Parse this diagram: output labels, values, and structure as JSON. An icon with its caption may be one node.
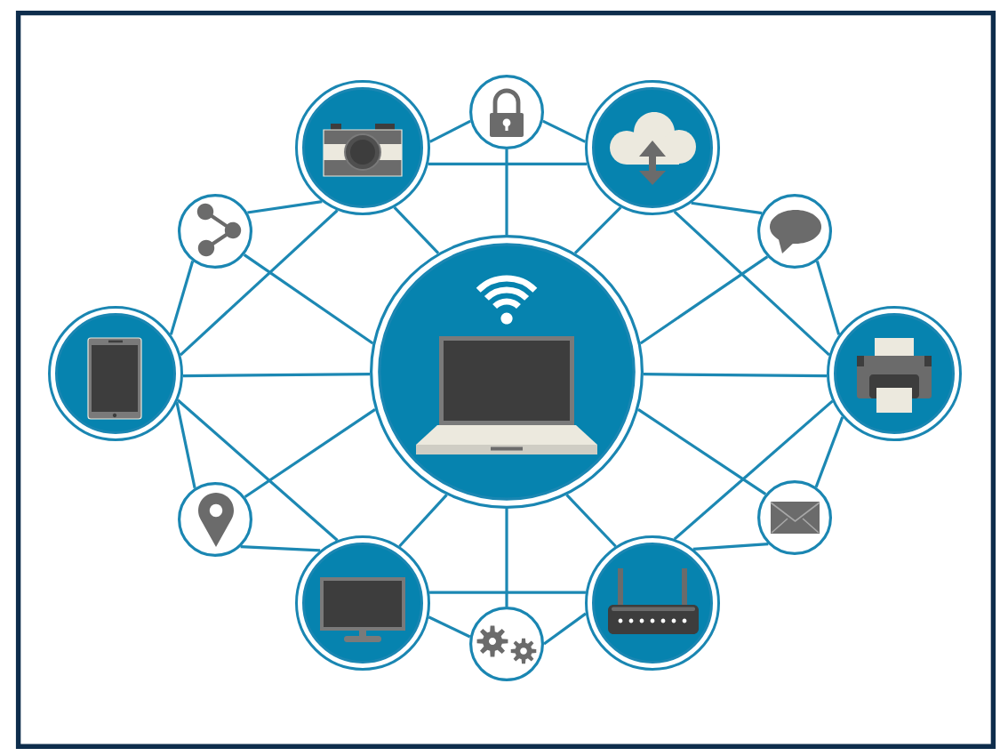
{
  "diagram": {
    "nodes": [
      {
        "text": [],
        "shape": "circle"
      },
      {
        "text": [],
        "shape": "circle"
      },
      {
        "text": [],
        "shape": "circle"
      },
      {
        "text": [],
        "shape": "circle"
      },
      {
        "text": [],
        "shape": "circle"
      },
      {
        "text": [],
        "shape": "circle"
      },
      {
        "text": [],
        "shape": "circle"
      },
      {
        "text": [],
        "shape": "circle"
      },
      {
        "text": [],
        "shape": "circle"
      },
      {
        "text": [],
        "shape": "circle"
      },
      {
        "text": [],
        "shape": "circle"
      },
      {
        "text": [],
        "shape": "circle"
      },
      {
        "text": [],
        "shape": "circle"
      }
    ],
    "edges": [
      {
        "from": 0,
        "to": 1,
        "arrow": "none"
      },
      {
        "from": 0,
        "to": 2,
        "arrow": "none"
      },
      {
        "from": 1,
        "to": 2,
        "arrow": "none"
      },
      {
        "from": 0,
        "to": 6,
        "arrow": "none"
      },
      {
        "from": 1,
        "to": 3,
        "arrow": "none"
      },
      {
        "from": 1,
        "to": 5,
        "arrow": "none"
      },
      {
        "from": 1,
        "to": 6,
        "arrow": "none"
      },
      {
        "from": 2,
        "to": 4,
        "arrow": "none"
      },
      {
        "from": 2,
        "to": 6,
        "arrow": "none"
      },
      {
        "from": 2,
        "to": 7,
        "arrow": "none"
      },
      {
        "from": 3,
        "to": 5,
        "arrow": "none"
      },
      {
        "from": 3,
        "to": 6,
        "arrow": "none"
      },
      {
        "from": 4,
        "to": 6,
        "arrow": "none"
      },
      {
        "from": 4,
        "to": 7,
        "arrow": "none"
      },
      {
        "from": 5,
        "to": 6,
        "arrow": "none"
      },
      {
        "from": 5,
        "to": 8,
        "arrow": "none"
      },
      {
        "from": 5,
        "to": 10,
        "arrow": "none"
      },
      {
        "from": 6,
        "to": 7,
        "arrow": "none"
      },
      {
        "from": 6,
        "to": 8,
        "arrow": "none"
      },
      {
        "from": 6,
        "to": 9,
        "arrow": "none"
      },
      {
        "from": 6,
        "to": 10,
        "arrow": "none"
      },
      {
        "from": 6,
        "to": 11,
        "arrow": "none"
      },
      {
        "from": 6,
        "to": 12,
        "arrow": "none"
      },
      {
        "from": 7,
        "to": 9,
        "arrow": "none"
      },
      {
        "from": 7,
        "to": 11,
        "arrow": "none"
      },
      {
        "from": 8,
        "to": 10,
        "arrow": "none"
      },
      {
        "from": 9,
        "to": 11,
        "arrow": "none"
      },
      {
        "from": 10,
        "to": 11,
        "arrow": "none"
      },
      {
        "from": 10,
        "to": 12,
        "arrow": "none"
      },
      {
        "from": 11,
        "to": 12,
        "arrow": "none"
      }
    ]
  }
}
